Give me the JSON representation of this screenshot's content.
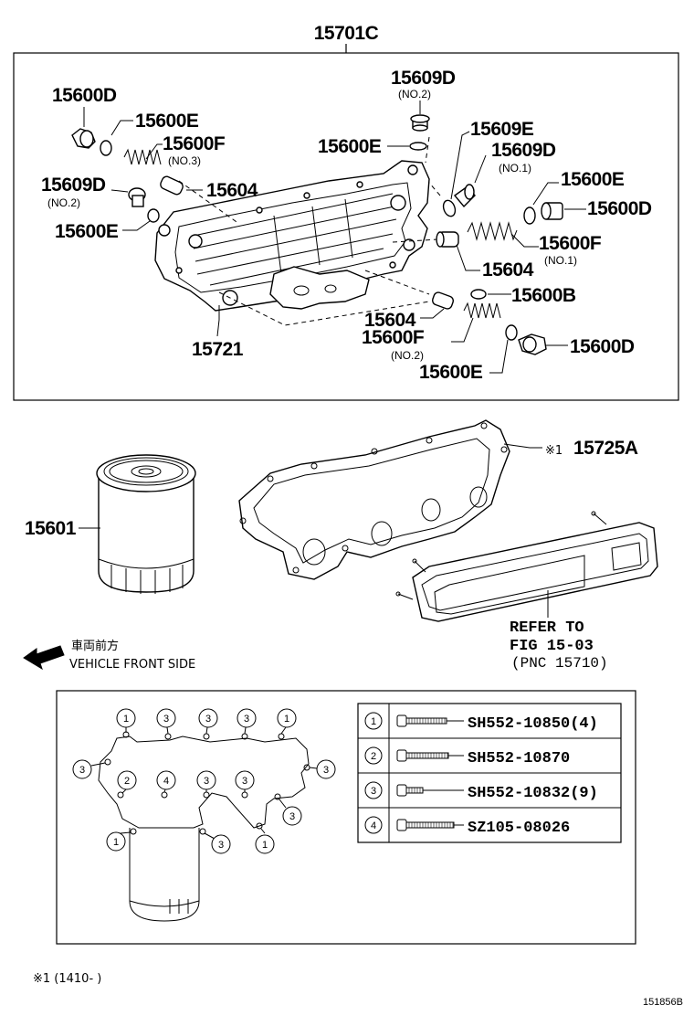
{
  "callouts": {
    "assembly": "15701C",
    "plug_d_left": "15600D",
    "gasket_e_left_top": "15600E",
    "spring_f_no3": "15600F",
    "spring_f_no3_note": "(NO.3)",
    "plug_9d_left": "15609D",
    "plug_9d_left_note": "(NO.2)",
    "gasket_e_left_bottom": "15600E",
    "valve_left": "15604",
    "plug_9d_top": "15609D",
    "plug_9d_top_note": "(NO.2)",
    "gasket_e_top": "15600E",
    "gasket_9e_right": "15609E",
    "plug_9d_right": "15609D",
    "plug_9d_right_note": "(NO.1)",
    "gasket_e_right": "15600E",
    "plug_d_right": "15600D",
    "spring_f_no1": "15600F",
    "spring_f_no1_note": "(NO.1)",
    "valve_right": "15604",
    "ring_b": "15600B",
    "valve_bottom": "15604",
    "spring_f_no2": "15600F",
    "spring_f_no2_note": "(NO.2)",
    "gasket_e_bottom": "15600E",
    "plug_d_bottom": "15600D",
    "case": "15721",
    "filter": "15601",
    "gasket_cover": "15725A",
    "gasket_cover_mark": "※1",
    "refer_line1": "REFER TO",
    "refer_line2": "FIG 15-03",
    "refer_line3": "(PNC 15710)"
  },
  "front": {
    "jp": "車両前方",
    "en": "VEHICLE FRONT SIDE"
  },
  "bolt_circles": [
    "1",
    "3",
    "3",
    "3",
    "1",
    "3",
    "3",
    "2",
    "4",
    "3",
    "3",
    "3",
    "1",
    "3",
    "1"
  ],
  "bolt_table": [
    {
      "n": "1",
      "part": "SH552-10850(4)"
    },
    {
      "n": "2",
      "part": "SH552-10870"
    },
    {
      "n": "3",
      "part": "SH552-10832(9)"
    },
    {
      "n": "4",
      "part": "SZ105-08026"
    }
  ],
  "footnote": "※1 (1410-      )",
  "figure_id": "151856B"
}
